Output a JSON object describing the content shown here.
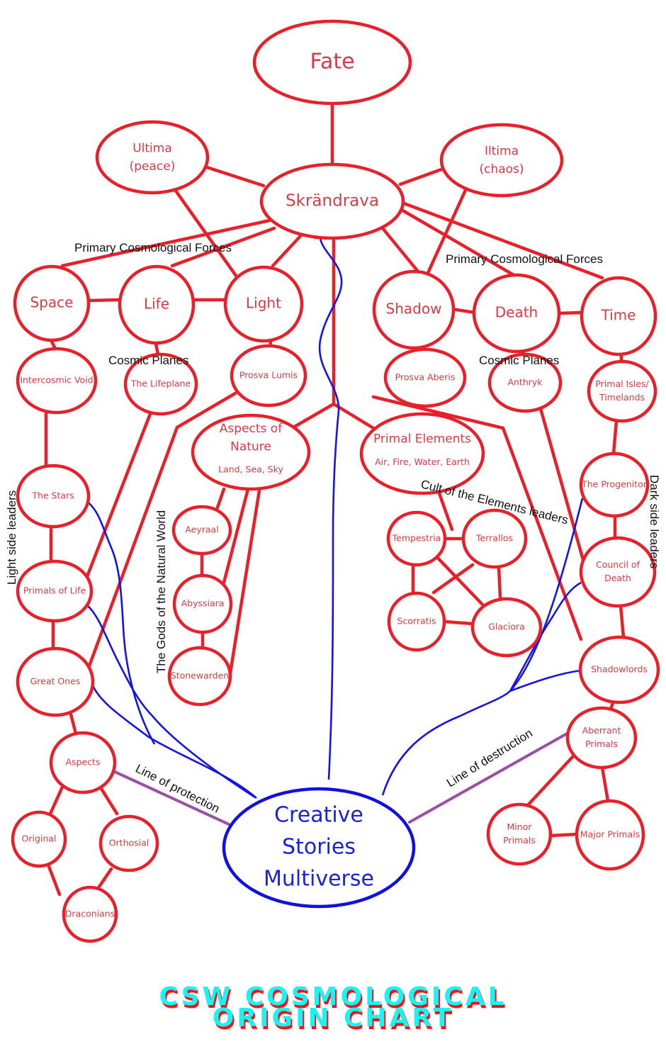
{
  "title": {
    "line1": "CSW COSMOLOGICAL",
    "line2": "ORIGIN CHART",
    "colors": {
      "main": "#18f4f4",
      "shadow": "#ff1010"
    }
  },
  "colors": {
    "node_stroke": "#e8202a",
    "node_text": "#d93a44",
    "multiverse": "#1b22d8",
    "influence_path": "#1414e6",
    "line_connector": "#9b4fa8",
    "label_text": "#111111"
  },
  "nodes": {
    "fate": {
      "lines": [
        "Fate"
      ]
    },
    "skrandrava": {
      "lines": [
        "Skrändrava"
      ]
    },
    "ultima": {
      "lines": [
        "Ultima",
        "(peace)"
      ]
    },
    "iltima": {
      "lines": [
        "Iltima",
        "(chaos)"
      ]
    },
    "space": {
      "lines": [
        "Space"
      ]
    },
    "life": {
      "lines": [
        "Life"
      ]
    },
    "light": {
      "lines": [
        "Light"
      ]
    },
    "shadow": {
      "lines": [
        "Shadow"
      ]
    },
    "death": {
      "lines": [
        "Death"
      ]
    },
    "time": {
      "lines": [
        "Time"
      ]
    },
    "intercosmic_void": {
      "lines": [
        "Intercosmic Void"
      ]
    },
    "lifeplane": {
      "lines": [
        "The Lifeplane"
      ]
    },
    "prosva_lumis": {
      "lines": [
        "Prosva Lumis"
      ]
    },
    "prosva_aberis": {
      "lines": [
        "Prosva Aberis"
      ]
    },
    "anthryk": {
      "lines": [
        "Anthryk"
      ]
    },
    "primal_isles": {
      "lines": [
        "Primal Isles/",
        "Timelands"
      ]
    },
    "aspects_of_nature": {
      "lines": [
        "Aspects of",
        "Nature"
      ],
      "sub": "Land, Sea, Sky"
    },
    "primal_elements": {
      "lines": [
        "Primal Elements"
      ],
      "sub": "Air, Fire, Water, Earth"
    },
    "the_stars": {
      "lines": [
        "The Stars"
      ]
    },
    "primals_of_life": {
      "lines": [
        "Primals of Life"
      ]
    },
    "great_ones": {
      "lines": [
        "Great Ones"
      ]
    },
    "aeyraal": {
      "lines": [
        "Aeyraal"
      ]
    },
    "abyssiara": {
      "lines": [
        "Abyssiara"
      ]
    },
    "stonewarden": {
      "lines": [
        "Stonewarden"
      ]
    },
    "tempestria": {
      "lines": [
        "Tempestria"
      ]
    },
    "terrallos": {
      "lines": [
        "Terrallos"
      ]
    },
    "scorratis": {
      "lines": [
        "Scorratis"
      ]
    },
    "glaciora": {
      "lines": [
        "Glaciora"
      ]
    },
    "progenitor": {
      "lines": [
        "The Progenitor"
      ]
    },
    "council_of_death": {
      "lines": [
        "Council of",
        "Death"
      ]
    },
    "shadowlords": {
      "lines": [
        "Shadowlords"
      ]
    },
    "aberrant_primals": {
      "lines": [
        "Aberrant",
        "Primals"
      ]
    },
    "minor_primals": {
      "lines": [
        "Minor",
        "Primals"
      ]
    },
    "major_primals": {
      "lines": [
        "Major Primals"
      ]
    },
    "aspects": {
      "lines": [
        "Aspects"
      ]
    },
    "original": {
      "lines": [
        "Original"
      ]
    },
    "orthosial": {
      "lines": [
        "Orthosial"
      ]
    },
    "draconians": {
      "lines": [
        "Draconians"
      ]
    },
    "multiverse": {
      "lines": [
        "Creative",
        "Stories",
        "Multiverse"
      ]
    }
  },
  "labels": {
    "primary_forces_left": "Primary Cosmological Forces",
    "primary_forces_right": "Primary Cosmological Forces",
    "cosmic_planes_left": "Cosmic Planes",
    "cosmic_planes_right": "Cosmic Planes",
    "light_side_leaders": "Light side leaders",
    "dark_side_leaders": "Dark side leaders",
    "gods_natural_world": "The Gods of the Natural World",
    "cult_elements_leaders": "Cult of the Elements leaders",
    "line_of_protection": "Line of protection",
    "line_of_destruction": "Line of destruction"
  }
}
